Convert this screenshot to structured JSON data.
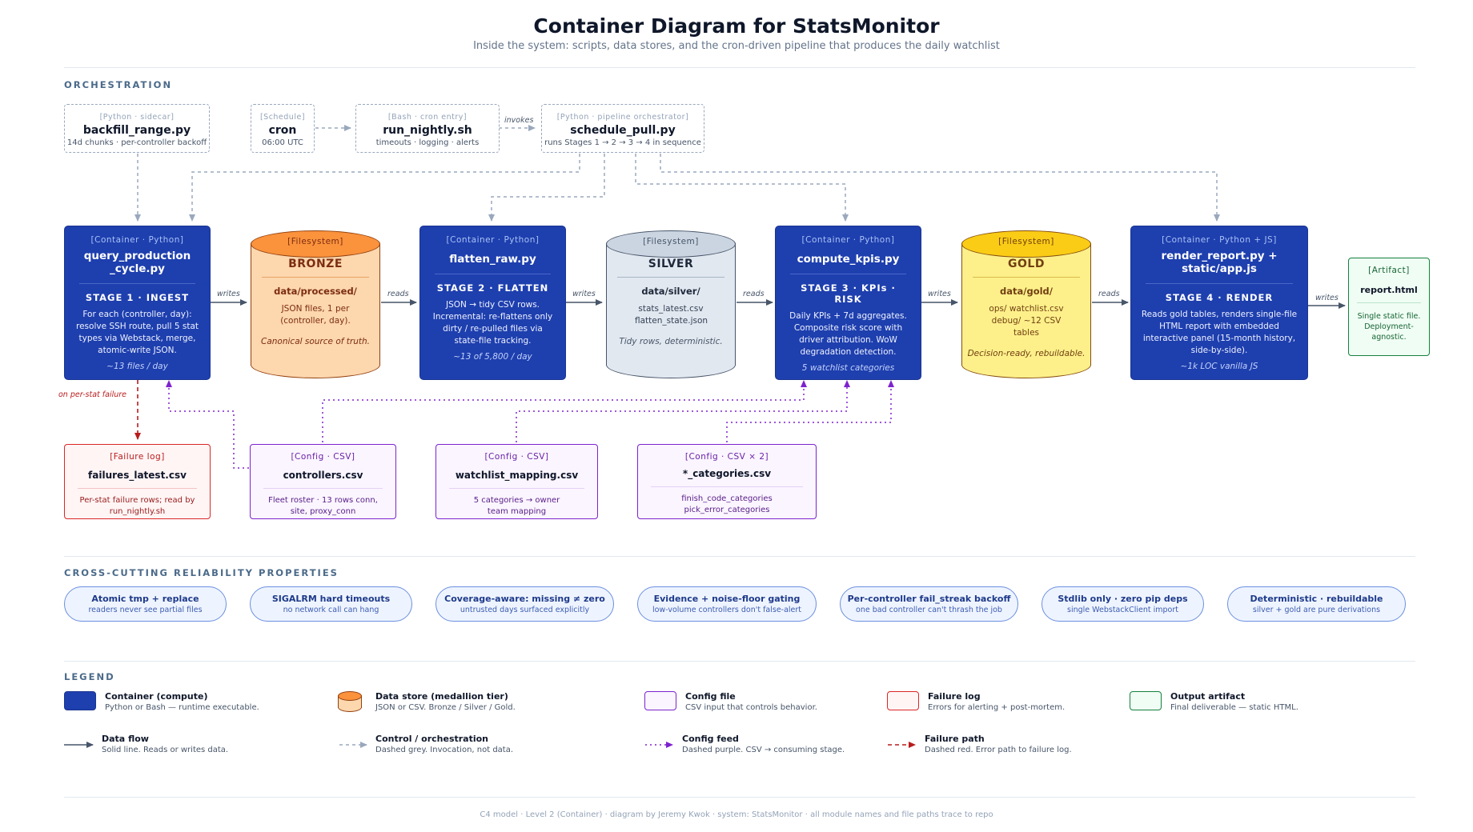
{
  "header": {
    "title": "Container Diagram for StatsMonitor",
    "subtitle": "Inside the system: scripts, data stores, and the cron-driven pipeline that produces the daily watchlist"
  },
  "sections": {
    "orchestration": "ORCHESTRATION",
    "reliability": "CROSS-CUTTING RELIABILITY PROPERTIES",
    "legend": "LEGEND"
  },
  "orchestration": {
    "backfill": {
      "tag": "[Python · sidecar]",
      "name": "backfill_range.py",
      "desc": "14d chunks · per-controller backoff"
    },
    "cron": {
      "tag": "[Schedule]",
      "name": "cron",
      "desc": "06:00 UTC"
    },
    "nightly": {
      "tag": "[Bash · cron entry]",
      "name": "run_nightly.sh",
      "desc": "timeouts · logging · alerts"
    },
    "invokes_label": "invokes",
    "schedule": {
      "tag": "[Python · pipeline orchestrator]",
      "name": "schedule_pull.py",
      "desc": "runs Stages 1 → 2 → 3 → 4 in sequence"
    }
  },
  "pipeline": {
    "ingest": {
      "tag": "[Container · Python]",
      "name": "query_production _cycle.py",
      "stage": "STAGE 1 · INGEST",
      "desc": "For each (controller, day): resolve SSH route, pull 5 stat types via Webstack, merge, atomic-write JSON.",
      "foot": "~13 files / day"
    },
    "bronze": {
      "tag": "[Filesystem]",
      "tier": "BRONZE",
      "path": "data/processed/",
      "desc": "JSON files, 1 per (controller, day).",
      "foot": "Canonical source of truth."
    },
    "flatten": {
      "tag": "[Container · Python]",
      "name": "flatten_raw.py",
      "stage": "STAGE 2 · FLATTEN",
      "desc": "JSON → tidy CSV rows. Incremental: re-flattens only dirty / re-pulled files via state-file tracking.",
      "foot": "~13 of 5,800 / day"
    },
    "silver": {
      "tag": "[Filesystem]",
      "tier": "SILVER",
      "path": "data/silver/",
      "desc": "stats_latest.csv flatten_state.json",
      "foot": "Tidy rows, deterministic."
    },
    "kpis": {
      "tag": "[Container · Python]",
      "name": "compute_kpis.py",
      "stage": "STAGE 3 · KPIs · RISK",
      "desc": "Daily KPIs + 7d aggregates. Composite risk score with driver attribution. WoW degradation detection.",
      "foot": "5 watchlist categories"
    },
    "gold": {
      "tag": "[Filesystem]",
      "tier": "GOLD",
      "path": "data/gold/",
      "desc": "ops/ watchlist.csv debug/ ~12 CSV tables",
      "foot": "Decision-ready, rebuildable."
    },
    "render": {
      "tag": "[Container · Python + JS]",
      "name": "render_report.py + static/app.js",
      "stage": "STAGE 4 · RENDER",
      "desc": "Reads gold tables, renders single-file HTML report with embedded interactive panel (15-month history, side-by-side).",
      "foot": "~1k LOC vanilla JS"
    },
    "artifact": {
      "tag": "[Artifact]",
      "name": "report.html",
      "desc": "Single static file. Deployment-agnostic."
    }
  },
  "edge_labels": {
    "writes": "writes",
    "reads": "reads",
    "failure": "on per-stat failure"
  },
  "config": {
    "failures": {
      "tag": "[Failure log]",
      "name": "failures_latest.csv",
      "desc": "Per-stat failure rows; read by run_nightly.sh"
    },
    "controllers": {
      "tag": "[Config · CSV]",
      "name": "controllers.csv",
      "desc": "Fleet roster · 13 rows conn, site, proxy_conn"
    },
    "watchlist": {
      "tag": "[Config · CSV]",
      "name": "watchlist_mapping.csv",
      "desc": "5 categories → owner team mapping"
    },
    "categories": {
      "tag": "[Config · CSV × 2]",
      "name": "*_categories.csv",
      "desc": "finish_code_categories pick_error_categories"
    }
  },
  "reliability": [
    {
      "title": "Atomic tmp + replace",
      "sub": "readers never see partial files"
    },
    {
      "title": "SIGALRM hard timeouts",
      "sub": "no network call can hang"
    },
    {
      "title": "Coverage-aware: missing ≠ zero",
      "sub": "untrusted days surfaced explicitly"
    },
    {
      "title": "Evidence + noise-floor gating",
      "sub": "low-volume controllers don't false-alert"
    },
    {
      "title": "Per-controller fail_streak backoff",
      "sub": "one bad controller can't thrash the job"
    },
    {
      "title": "Stdlib only · zero pip deps",
      "sub": "single WebstackClient import"
    },
    {
      "title": "Deterministic · rebuildable",
      "sub": "silver + gold are pure derivations"
    }
  ],
  "legend": {
    "container": {
      "title": "Container (compute)",
      "sub": "Python or Bash — runtime executable."
    },
    "datastore": {
      "title": "Data store (medallion tier)",
      "sub": "JSON or CSV. Bronze / Silver / Gold."
    },
    "config": {
      "title": "Config file",
      "sub": "CSV input that controls behavior."
    },
    "failure": {
      "title": "Failure log",
      "sub": "Errors for alerting + post-mortem."
    },
    "output": {
      "title": "Output artifact",
      "sub": "Final deliverable — static HTML."
    },
    "dataflow": {
      "title": "Data flow",
      "sub": "Solid line. Reads or writes data."
    },
    "control": {
      "title": "Control / orchestration",
      "sub": "Dashed grey. Invocation, not data."
    },
    "configfeed": {
      "title": "Config feed",
      "sub": "Dashed purple. CSV → consuming stage."
    },
    "failurepath": {
      "title": "Failure path",
      "sub": "Dashed red. Error path to failure log."
    }
  },
  "colors": {
    "container": "#1e3fae",
    "bronze": "#fdd7ae",
    "silver": "#e2e8f0",
    "gold": "#fdf08a",
    "config": "#7e22ce",
    "failure": "#dc2626",
    "artifact": "#15803d",
    "control": "#9aa8bd"
  },
  "footer": "C4 model · Level 2 (Container) · diagram by Jeremy Kwok · system: StatsMonitor · all module names and file paths trace to repo"
}
